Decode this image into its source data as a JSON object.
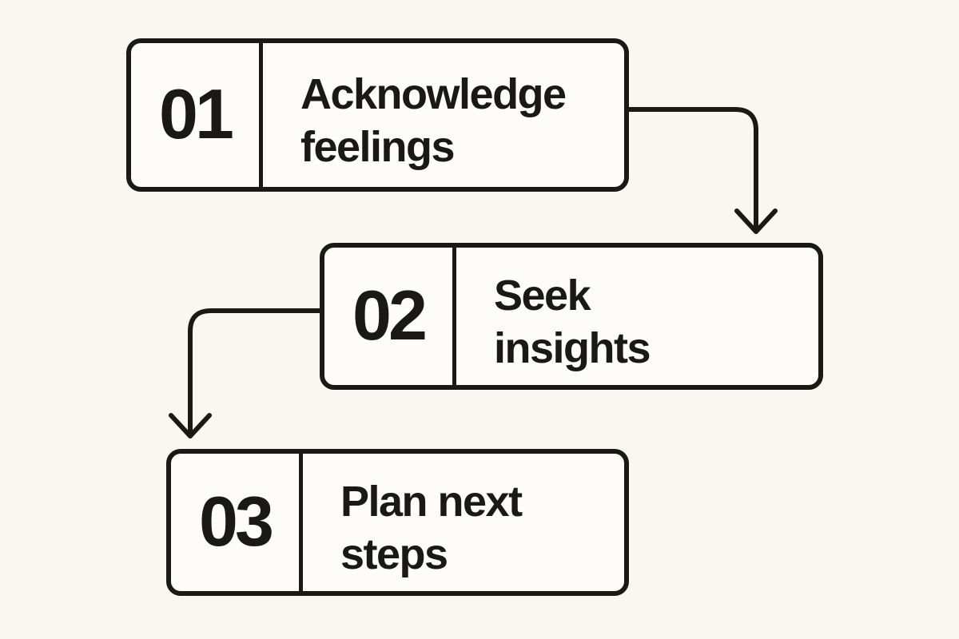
{
  "diagram": {
    "type": "flowchart",
    "background_color": "#faf7f2",
    "ink_color": "#1b1916",
    "box_fill_color": "#fdfcf8"
  },
  "steps": [
    {
      "number": "01",
      "title": "Acknowledge feelings",
      "title_lines": [
        "Acknowledge",
        "feelings"
      ]
    },
    {
      "number": "02",
      "title": "Seek insights",
      "title_lines": [
        "Seek",
        "insights"
      ]
    },
    {
      "number": "03",
      "title": "Plan next steps",
      "title_lines": [
        "Plan next",
        "steps"
      ]
    }
  ],
  "connectors": [
    {
      "from": "01",
      "to": "02",
      "shape": "right-then-down-arrow"
    },
    {
      "from": "02",
      "to": "03",
      "shape": "left-then-down-arrow"
    }
  ]
}
